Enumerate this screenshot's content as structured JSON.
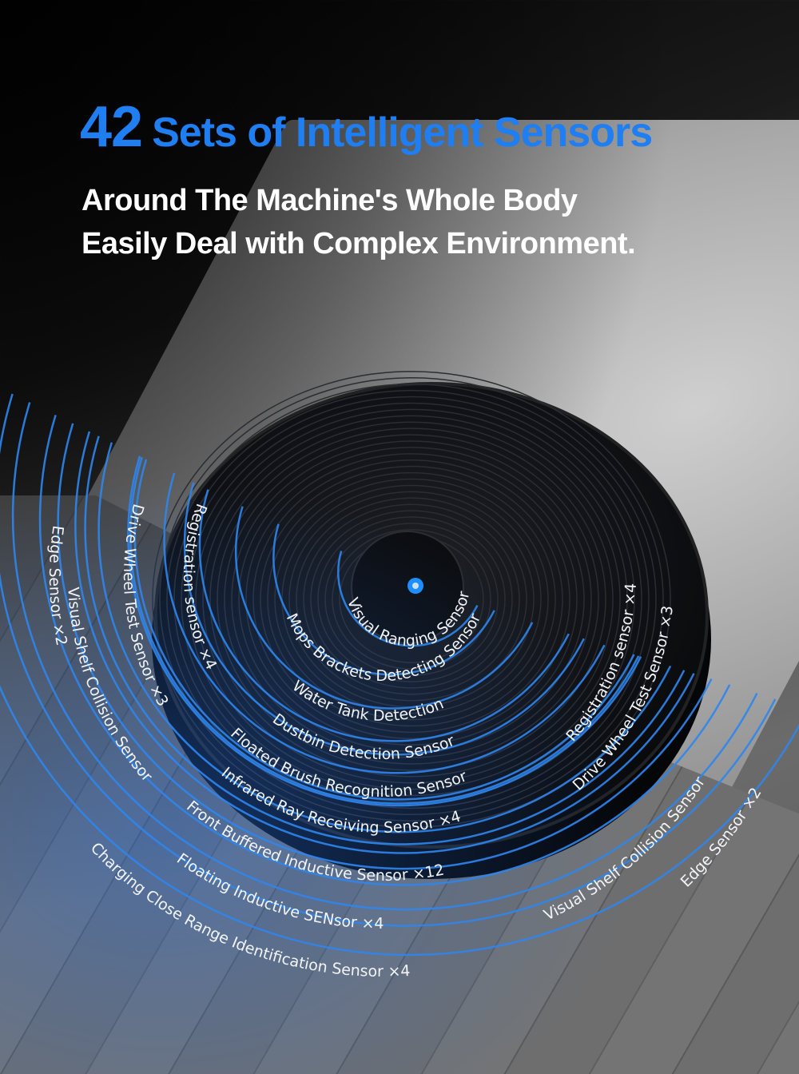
{
  "headline": {
    "number": "42",
    "text": "Sets of Intelligent Sensors"
  },
  "subtitle": {
    "line1": "Around The Machine's Whole Body",
    "line2": "Easily  Deal with Complex Environment."
  },
  "accent_color": "#1e7ef2",
  "sensors": {
    "visual_ranging": "Visual Ranging Sensor",
    "mops_brackets": "Mops Brackets Detecting Sensor",
    "water_tank": "Water Tank Detection",
    "dustbin": "Dustbin Detection Sensor",
    "floated_brush": "Floated Brush Recognition Sensor",
    "infrared": "Infrared Ray Receiving Sensor ×4",
    "front_buffered": "Front Buffered Inductive Sensor ×12",
    "floating_inductive": "Floating Inductive SENsor ×4",
    "charging": "Charging Close Range Identification Sensor ×4",
    "registration_left": "Registration sensor ×4",
    "drive_wheel_left": "Drive Wheel Test Sensor ×3",
    "visual_shelf_left": "Visual Shelf Collision Sensor",
    "edge_left": "Edge Sensor ×2",
    "registration_right": "Registration sensor ×4",
    "drive_wheel_right": "Drive Wheel Test Sensor ×3",
    "visual_shelf_right": "Visual Shelf Collision Sensor",
    "edge_right": "Edge Sensor ×2"
  }
}
